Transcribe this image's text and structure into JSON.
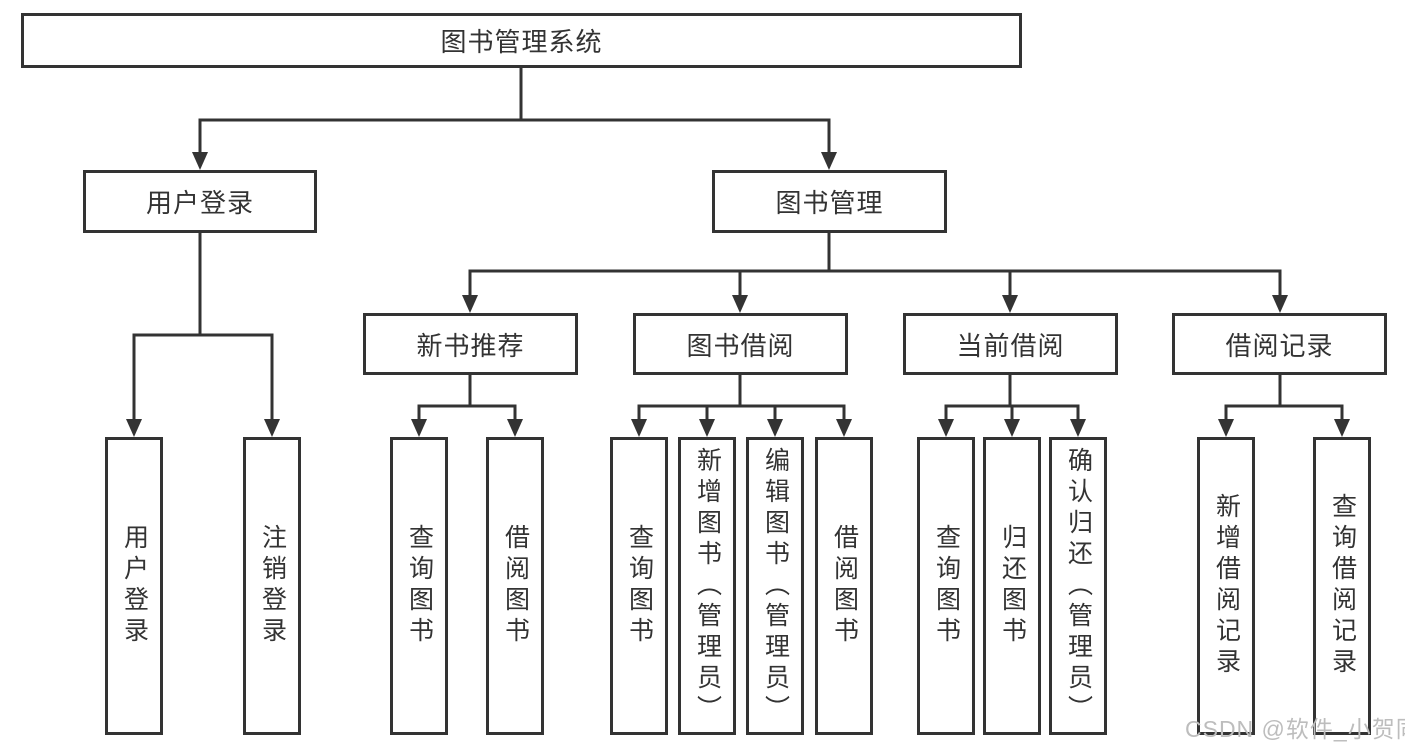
{
  "diagram": {
    "tree": {
      "root": {
        "label": "图书管理系统"
      },
      "children": [
        {
          "label": "用户登录",
          "children": [
            {
              "label": "用户登录"
            },
            {
              "label": "注销登录"
            }
          ]
        },
        {
          "label": "图书管理",
          "children": [
            {
              "label": "新书推荐",
              "children": [
                {
                  "label": "查询图书"
                },
                {
                  "label": "借阅图书"
                }
              ]
            },
            {
              "label": "图书借阅",
              "children": [
                {
                  "label": "查询图书"
                },
                {
                  "label": "新增图书（管理员）"
                },
                {
                  "label": "编辑图书（管理员）"
                },
                {
                  "label": "借阅图书"
                }
              ]
            },
            {
              "label": "当前借阅",
              "children": [
                {
                  "label": "查询图书"
                },
                {
                  "label": "归还图书"
                },
                {
                  "label": "确认归还（管理员）"
                }
              ]
            },
            {
              "label": "借阅记录",
              "children": [
                {
                  "label": "新增借阅记录"
                },
                {
                  "label": "查询借阅记录"
                }
              ]
            }
          ]
        }
      ]
    }
  },
  "watermark": {
    "text": "CSDN @软件_小贺同学"
  },
  "colors": {
    "line": "#333333",
    "text": "#333333",
    "box_background": "#ffffff",
    "page_background": "#ffffff",
    "watermark": "#bdbdbd"
  }
}
